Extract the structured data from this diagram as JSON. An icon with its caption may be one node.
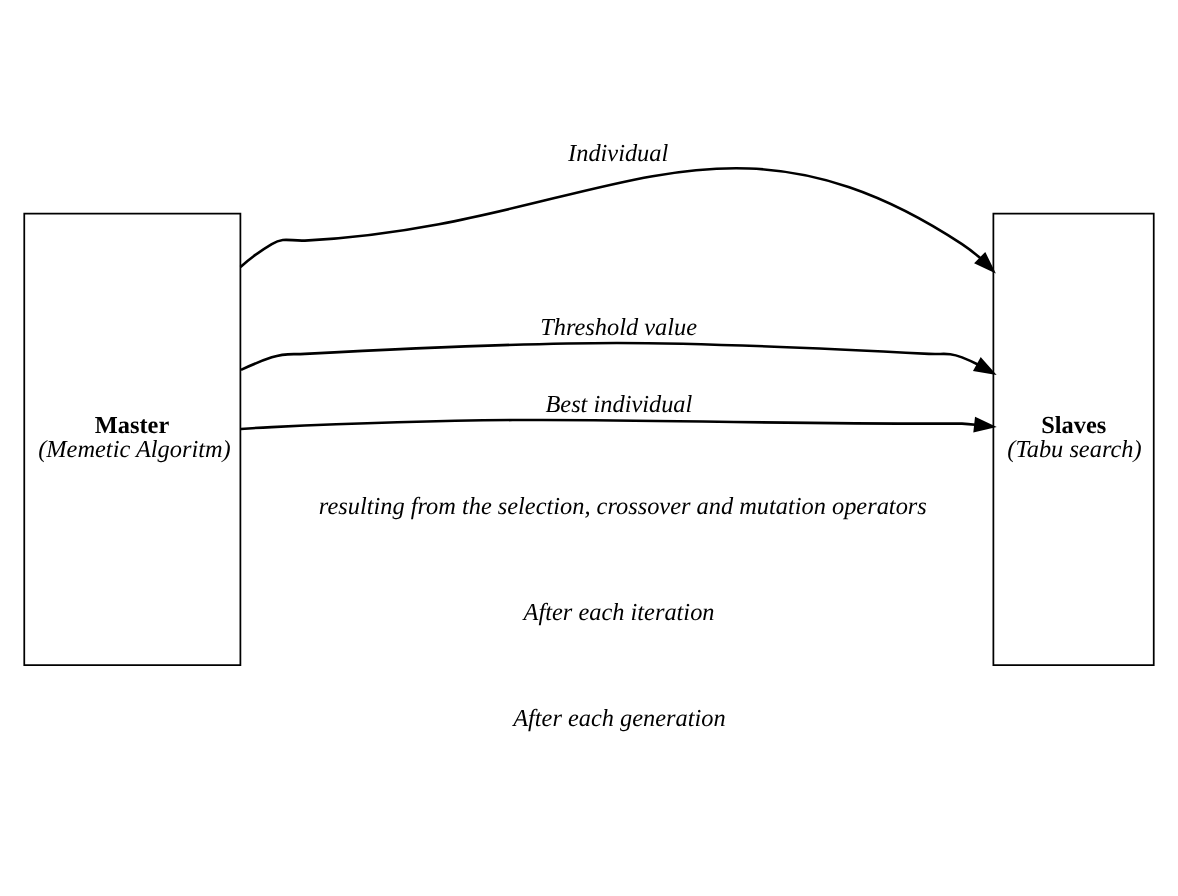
{
  "diagram": {
    "nodes": [
      {
        "text": [
          "Master",
          "(Memetic Algoritm)"
        ]
      },
      {
        "text": [
          "Slaves",
          "(Tabu search)"
        ]
      }
    ],
    "edges": [
      {
        "from": 0,
        "to": 1,
        "arrow": "to",
        "label": "Individual"
      },
      {
        "from": 0,
        "to": 1,
        "arrow": "to",
        "label": "Threshold value"
      },
      {
        "from": 0,
        "to": 1,
        "arrow": "to",
        "label": "Best individual"
      }
    ],
    "labels": [
      "resulting from the selection, crossover and mutation operators",
      "After each iteration",
      "After each generation"
    ]
  }
}
